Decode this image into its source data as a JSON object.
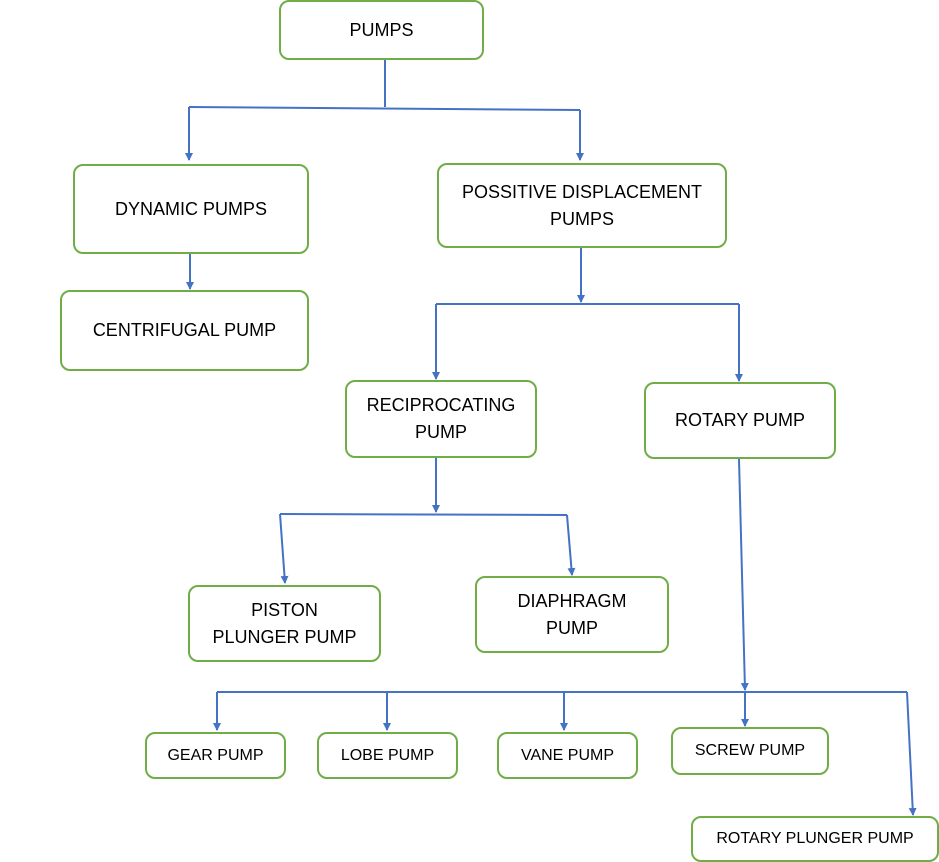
{
  "colors": {
    "connector": "#4472c4",
    "node_border": "#70ad47",
    "text": "#000000"
  },
  "nodes": {
    "pumps": "PUMPS",
    "dynamic": "DYNAMIC PUMPS",
    "positive": "POSSITIVE DISPLACEMENT\nPUMPS",
    "centrifugal": "CENTRIFUGAL PUMP",
    "reciprocating": "RECIPROCATING\nPUMP",
    "rotary": "ROTARY PUMP",
    "piston": "PISTON\nPLUNGER PUMP",
    "diaphragm": "DIAPHRAGM\nPUMP",
    "gear": "GEAR PUMP",
    "lobe": "LOBE PUMP",
    "vane": "VANE PUMP",
    "screw": "SCREW PUMP",
    "rotary_plunger": "ROTARY PLUNGER PUMP"
  }
}
